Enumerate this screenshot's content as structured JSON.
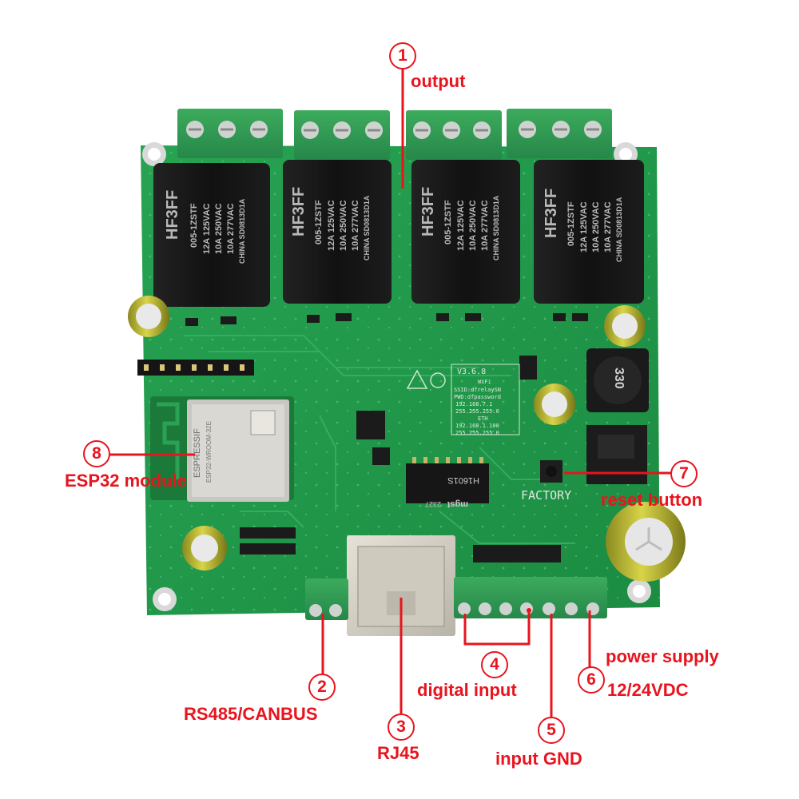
{
  "colors": {
    "annotation": "#e8141e",
    "pcb": "#1f9a4a",
    "terminal": "#2f9a4f",
    "relay": "#151515"
  },
  "callouts": [
    {
      "number": "1",
      "label": "output"
    },
    {
      "number": "2",
      "label": "RS485/CANBUS"
    },
    {
      "number": "3",
      "label": "RJ45"
    },
    {
      "number": "4",
      "label": "digital input"
    },
    {
      "number": "5",
      "label": "input GND"
    },
    {
      "number": "6",
      "label": "power supply",
      "label2": "12/24VDC"
    },
    {
      "number": "7",
      "label": "reset button"
    },
    {
      "number": "8",
      "label": "ESP32 module"
    }
  ],
  "board": {
    "relay_model": "HF3FF",
    "relay_part": "005-1ZSTF",
    "relay_rating_1": "12A 125VAC",
    "relay_rating_2": "10A 250VAC",
    "relay_rating_3": "10A 277VAC",
    "relay_origin": "CHINA SD0813D1A",
    "version": "V3.6.8",
    "wifi_title": "WiFi",
    "wifi_ssid": "SSID:dfrelaySN",
    "wifi_pwd": "PWD:dfpassword",
    "wifi_ip": "192.168.7.1",
    "wifi_mask": "255.255.255.0",
    "eth_title": "ETH",
    "eth_ip": "192.168.1.100",
    "eth_mask": "255.255.255.0",
    "factory": "FACTORY",
    "esp_brand": "ESPRESSIF",
    "esp_model": "ESP32-WROOM-32E",
    "inductor": "330",
    "transformer_brand": "mgst",
    "transformer_part": "H1601S",
    "transformer_code": "2327"
  }
}
